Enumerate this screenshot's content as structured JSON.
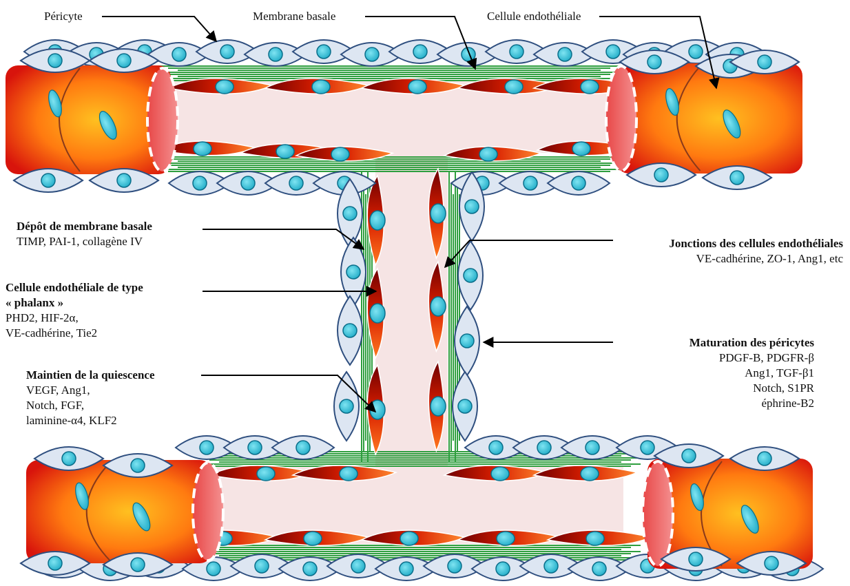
{
  "top_labels": {
    "pericyte": "Péricyte",
    "basement_membrane": "Membrane basale",
    "endothelial_cell": "Cellule endothéliale"
  },
  "annotations": {
    "basement_deposit": {
      "title": "Dépôt de membrane basale",
      "lines": [
        "TIMP, PAI-1, collagène IV"
      ]
    },
    "phalanx": {
      "title_1": "Cellule endothéliale  de type",
      "title_2": "« phalanx »",
      "lines": [
        "PHD2, HIF-2α,",
        "VE-cadhérine, Tie2"
      ]
    },
    "quiescence": {
      "title": "Maintien de la quiescence",
      "lines": [
        "VEGF, Ang1,",
        "Notch, FGF,",
        "laminine-α4,  KLF2"
      ]
    },
    "junctions": {
      "title": "Jonctions des cellules endothéliales",
      "lines": [
        "VE-cadhérine, ZO-1, Ang1, etc"
      ]
    },
    "pericyte_maturation": {
      "title": "Maturation des péricytes",
      "lines": [
        "PDGF-B, PDGFR-β",
        "Ang1, TGF-β1",
        "Notch, S1PR",
        "éphrine-B2"
      ]
    }
  },
  "colors": {
    "lumen": "#f6e4e4",
    "pericyte_fill": "#dde6f2",
    "pericyte_stroke": "#2f4f7f",
    "nucleus": "#1fb6cf",
    "endothelial_dark": "#8b0000",
    "endothelial_light": "#ff6a1a",
    "basement_green": "#2e9e3e",
    "vessel_outer": "#d9230f",
    "vessel_inner": "#ffb320"
  }
}
